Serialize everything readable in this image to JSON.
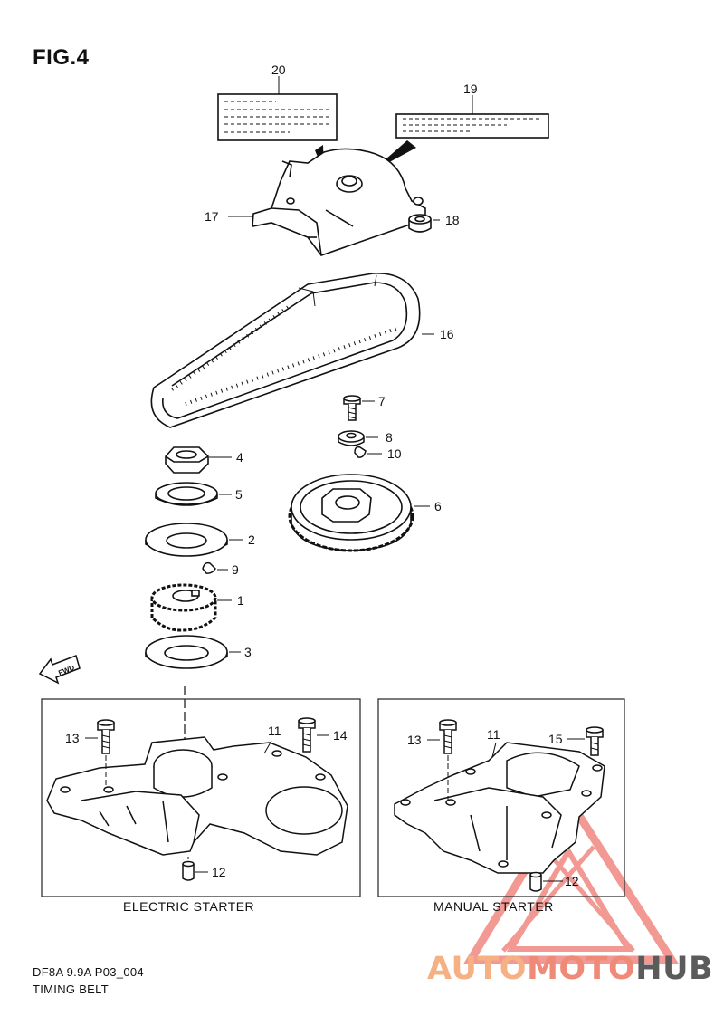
{
  "figure": {
    "title": "FIG.4",
    "model_code": "DF8A 9.9A P03_004",
    "section_name": "TIMING BELT"
  },
  "callouts": [
    "20",
    "19",
    "17",
    "18",
    "16",
    "7",
    "8",
    "10",
    "4",
    "6",
    "5",
    "2",
    "9",
    "1",
    "3",
    "13",
    "11",
    "14",
    "12",
    "13",
    "11",
    "15",
    "12"
  ],
  "variants": {
    "left_label": "ELECTRIC STARTER",
    "right_label": "MANUAL STARTER"
  },
  "direction_arrow": {
    "text": "FWD",
    "icon": "fwd-arrow-icon"
  },
  "watermark": {
    "part1": "AUTO",
    "part2": "MOTO",
    "part3": "HUB",
    "colors": {
      "auto": "#f5b183",
      "moto": "#ef8a78",
      "hub": "#5b5b5b",
      "triangle": "#e8463c"
    }
  }
}
